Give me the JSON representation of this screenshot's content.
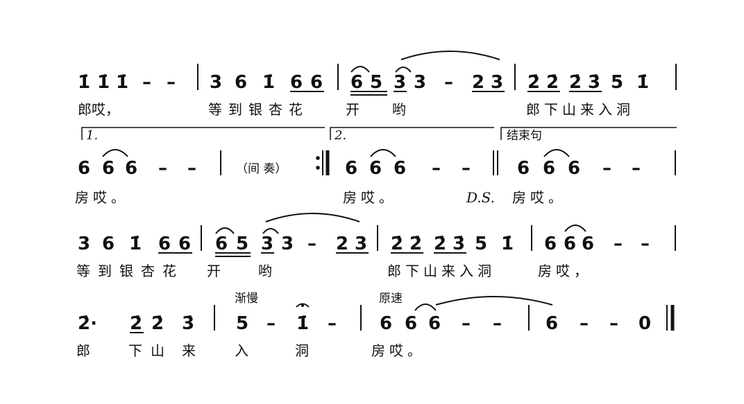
{
  "score": {
    "rows": [
      {
        "notes": [
          "1̇",
          "1̇",
          "1̇",
          "–",
          "–",
          "3",
          "6",
          "1̇",
          "6",
          "6",
          "6",
          "5",
          "3",
          "3",
          "–",
          "2",
          "3",
          "2̇",
          "2̇",
          "2̇",
          "3̇",
          "5",
          "1̇"
        ],
        "lyrics": [
          "郎哎，",
          "等到银杏花",
          "开",
          "哟",
          "郎下山来入洞"
        ]
      },
      {
        "volta1": "1.",
        "volta2": "2.",
        "ending_label": "结束句",
        "interlude": "（间 奏）",
        "notes": [
          "6",
          "6",
          "6",
          "–",
          "–",
          "6",
          "6",
          "6",
          "–",
          "–",
          "6",
          "6",
          "6",
          "–",
          "–"
        ],
        "lyrics": [
          "房哎。",
          "房哎。",
          "房哎。"
        ],
        "ds_mark": "D.S."
      },
      {
        "notes": [
          "3",
          "6",
          "1̇",
          "6",
          "6",
          "6",
          "5",
          "3",
          "3",
          "–",
          "2",
          "3",
          "2̇",
          "2̇",
          "2̇",
          "3̇",
          "5",
          "1̇",
          "6",
          "6",
          "6",
          "–",
          "–"
        ],
        "lyrics": [
          "等到银杏花",
          "开",
          "哟",
          "郎下山来入洞",
          "房哎，"
        ]
      },
      {
        "tempo_slow": "渐慢",
        "tempo_back": "原速",
        "notes": [
          "2̇·",
          "2̇",
          "2̇",
          "3̇",
          "5",
          "–",
          "1̇",
          "–",
          "6",
          "6",
          "6",
          "–",
          "–",
          "6",
          "–",
          "–",
          "0"
        ],
        "lyrics": [
          "郎",
          "下",
          "山",
          "来",
          "入",
          "洞",
          "房哎。"
        ]
      }
    ]
  }
}
